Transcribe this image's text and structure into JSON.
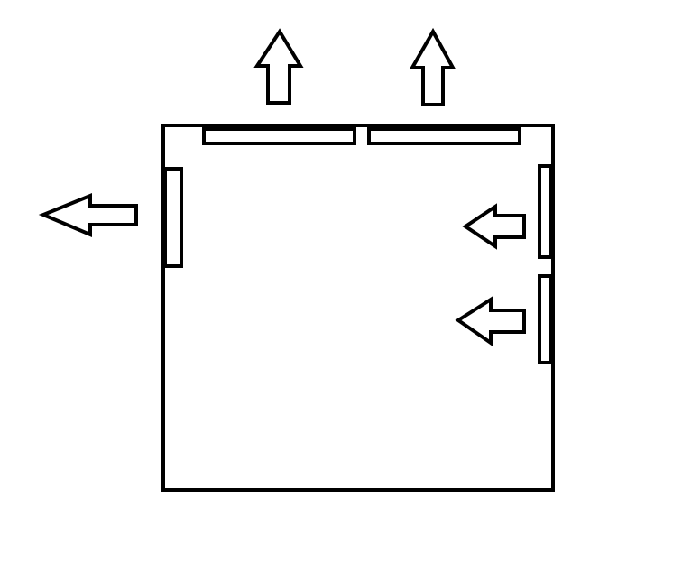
{
  "diagram": {
    "colors": {
      "stroke": "#000000",
      "background": "#ffffff"
    },
    "room": {
      "shape": "square-enclosure"
    },
    "panels": [
      {
        "name": "top-left-panel",
        "wall": "top"
      },
      {
        "name": "top-right-panel",
        "wall": "top"
      },
      {
        "name": "left-wall-panel",
        "wall": "left"
      },
      {
        "name": "right-upper-panel",
        "wall": "right"
      },
      {
        "name": "right-lower-panel",
        "wall": "right"
      }
    ],
    "arrows": [
      {
        "name": "up-arrow-left",
        "direction": "up",
        "icon": "arrow-up-icon"
      },
      {
        "name": "up-arrow-right",
        "direction": "up",
        "icon": "arrow-up-icon"
      },
      {
        "name": "left-arrow-outside",
        "direction": "left",
        "icon": "arrow-left-icon"
      },
      {
        "name": "left-arrow-right-upper",
        "direction": "left",
        "icon": "arrow-left-icon"
      },
      {
        "name": "left-arrow-right-lower",
        "direction": "left",
        "icon": "arrow-left-icon"
      }
    ]
  }
}
